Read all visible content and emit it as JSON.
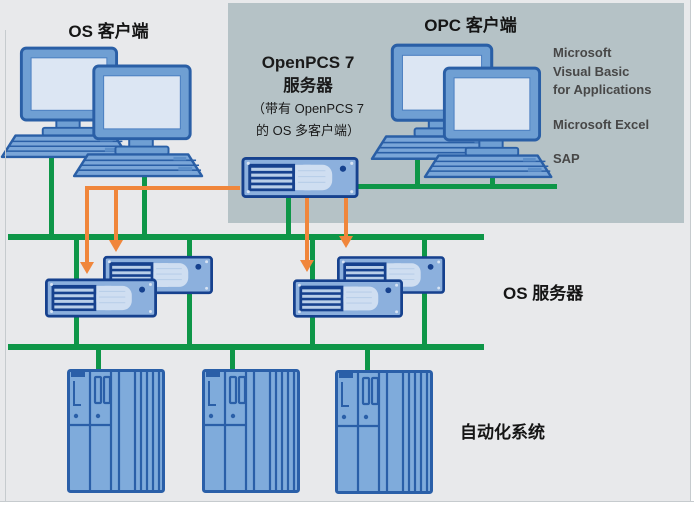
{
  "diagram": {
    "os_clients": {
      "label": "OS 客户端"
    },
    "opc_clients": {
      "label": "OPC 客户端"
    },
    "openpcs_server": {
      "line1": "OpenPCS 7",
      "line2": "服务器",
      "line3": "（带有 OpenPCS 7",
      "line4": "的 OS 多客户端）"
    },
    "opc_apps": {
      "vba_line1": "Microsoft",
      "vba_line2": "Visual Basic",
      "vba_line3": "for Applications",
      "excel": "Microsoft Excel",
      "sap": "SAP"
    },
    "os_servers": {
      "label": "OS 服务器"
    },
    "automation": {
      "label": "自动化系统"
    }
  },
  "colors": {
    "network_green": "#0e9648",
    "client_link_orange": "#f0863b",
    "panel_gray": "#b5c2c6",
    "background_gray": "#e8e9eb",
    "device_blue": "#6f9fd3",
    "device_dark_navy": "#16418e",
    "device_outline_blue": "#2a5fa6",
    "screen_light_blue": "#dce6f3"
  }
}
